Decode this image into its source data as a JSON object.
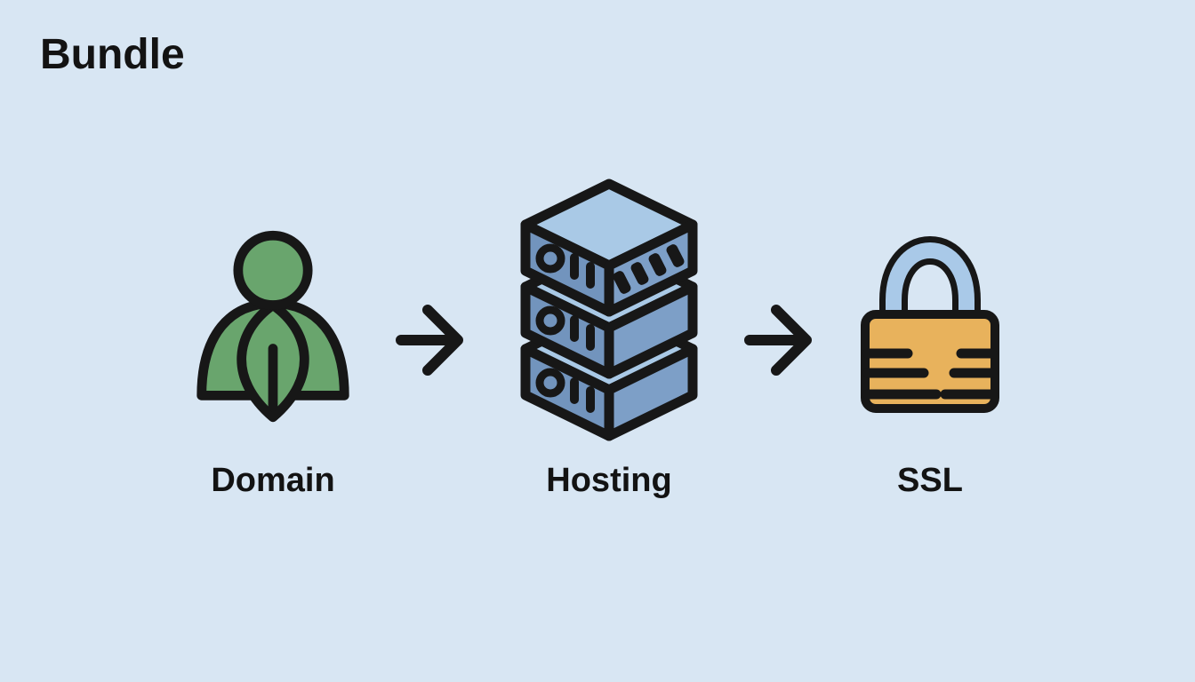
{
  "page": {
    "title": "Bundle",
    "background": "#d8e6f3"
  },
  "diagram": {
    "type": "horizontal-flow",
    "connector_icon": "arrow-right-icon",
    "steps": [
      {
        "id": "domain",
        "label": "Domain",
        "icon": "user-leaf-icon"
      },
      {
        "id": "hosting",
        "label": "Hosting",
        "icon": "server-stack-icon"
      },
      {
        "id": "ssl",
        "label": "SSL",
        "icon": "lock-icon"
      }
    ]
  },
  "colors": {
    "background": "#d8e6f3",
    "outline": "#171717",
    "text": "#131313",
    "domain_green": "#69a56d",
    "hosting_top": "#a9c9e6",
    "hosting_left": "#7294bd",
    "hosting_right": "#7d9fc7",
    "ssl_body": "#e8b25c",
    "ssl_shackle": "#a9c9e8"
  }
}
